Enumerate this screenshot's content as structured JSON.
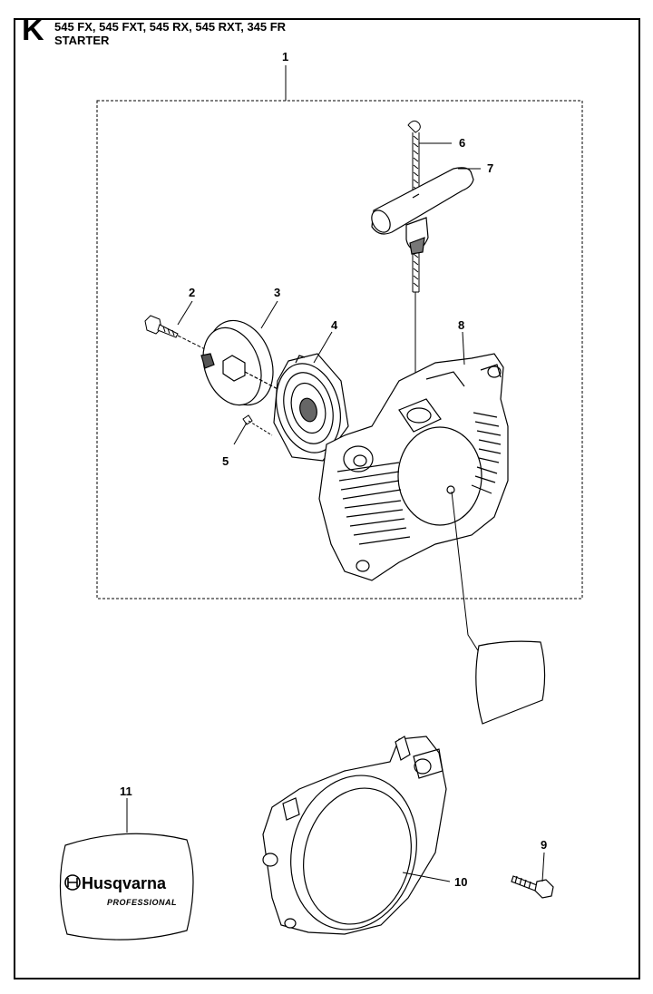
{
  "header": {
    "section_letter": "K",
    "models": "545 FX, 545 FXT, 545 RX, 545 RXT, 345 FR",
    "name": "STARTER"
  },
  "callouts": {
    "c1": "1",
    "c2": "2",
    "c3": "3",
    "c4": "4",
    "c5": "5",
    "c6": "6",
    "c7": "7",
    "c8": "8",
    "c9": "9",
    "c10": "10",
    "c11": "11"
  },
  "logo": {
    "brand": "Husqvarna",
    "line": "PROFESSIONAL"
  }
}
